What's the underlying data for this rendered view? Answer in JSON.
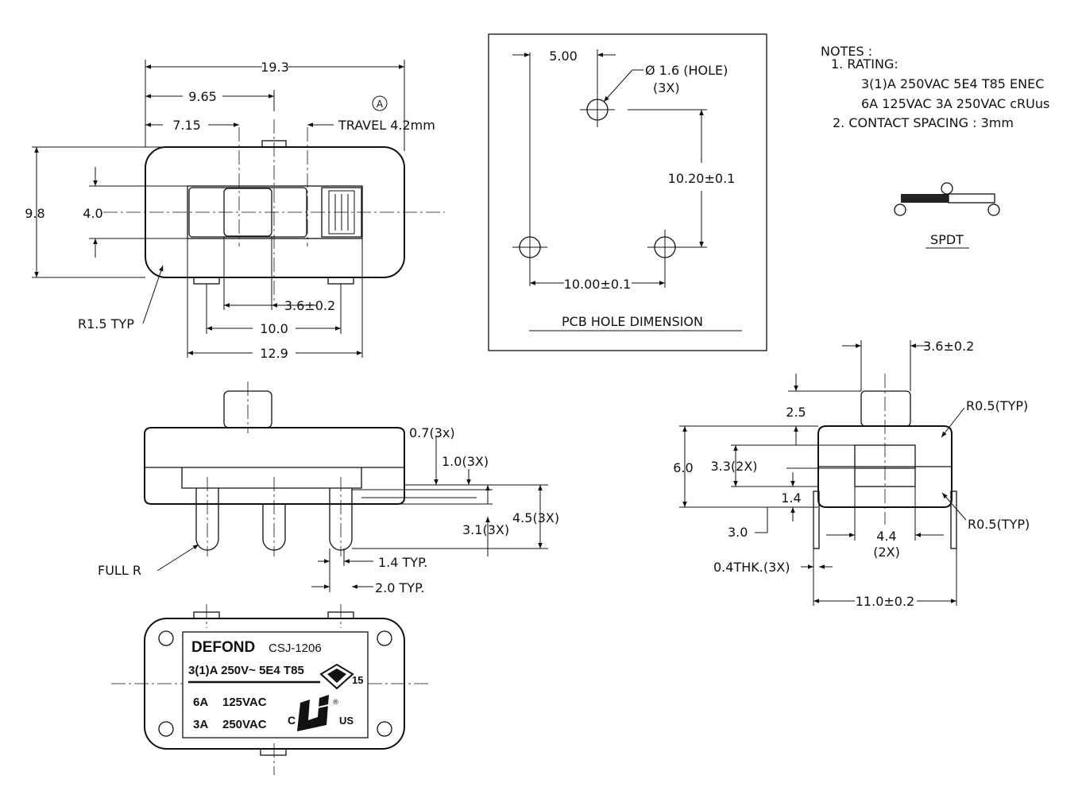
{
  "top_view": {
    "dim_length": "19.3",
    "dim_half_length": "9.65",
    "dim_knob_pos": "7.15",
    "travel": "TRAVEL  4.2mm",
    "marker": "A",
    "dim_height": "9.8",
    "dim_slot_height": "4.0",
    "dim_knob_width": "3.6±0.2",
    "dim_pin_spacing": "10.0",
    "dim_slot_length": "12.9",
    "radius_note": "R1.5 TYP"
  },
  "pcb": {
    "dim_offset": "5.00",
    "hole_note": "Ø 1.6  (HOLE)",
    "hole_count": "(3X)",
    "dim_vertical": "10.20±0.1",
    "dim_horizontal": "10.00±0.1",
    "title": "PCB HOLE DIMENSION"
  },
  "notes": {
    "heading": "NOTES :",
    "item1": "1. RATING:",
    "rating_line1": "3(1)A  250VAC  5E4  T85  ENEC",
    "rating_line2": "6A  125VAC  3A  250VAC  cRUus",
    "item2": "2.  CONTACT SPACING : 3mm"
  },
  "schematic": {
    "label": "SPDT"
  },
  "side_view": {
    "dim_a": "0.7(3x)",
    "dim_b": "1.0(3X)",
    "dim_c": "3.1(3X)",
    "dim_d": "4.5(3X)",
    "dim_e": "1.4 TYP.",
    "dim_f": "2.0 TYP.",
    "full_r": "FULL  R"
  },
  "end_view": {
    "dim_knob": "3.6±0.2",
    "radius_top": "R0.5(TYP)",
    "radius_bottom": "R0.5(TYP)",
    "dim_knob_h": "2.5",
    "dim_height": "6.0",
    "dim_body": "3.3(2X)",
    "dim_step": "1.4",
    "dim_pin": "3.0",
    "dim_pin_spacing": "4.4",
    "dim_pin_spacing_count": "(2X)",
    "dim_thk": "0.4THK.(3X)",
    "dim_width": "11.0±0.2"
  },
  "bottom_label": {
    "brand": "DEFOND",
    "model": "CSJ-1206",
    "rating_main": "3(1)A 250V~ 5E4 T85",
    "enec_num": "15",
    "line_6a": "6A",
    "line_6a_v": "125VAC",
    "line_3a": "3A",
    "line_3a_v": "250VAC",
    "c_mark": "C",
    "ul_mark": "UL",
    "us_mark": "US",
    "reg": "®"
  }
}
